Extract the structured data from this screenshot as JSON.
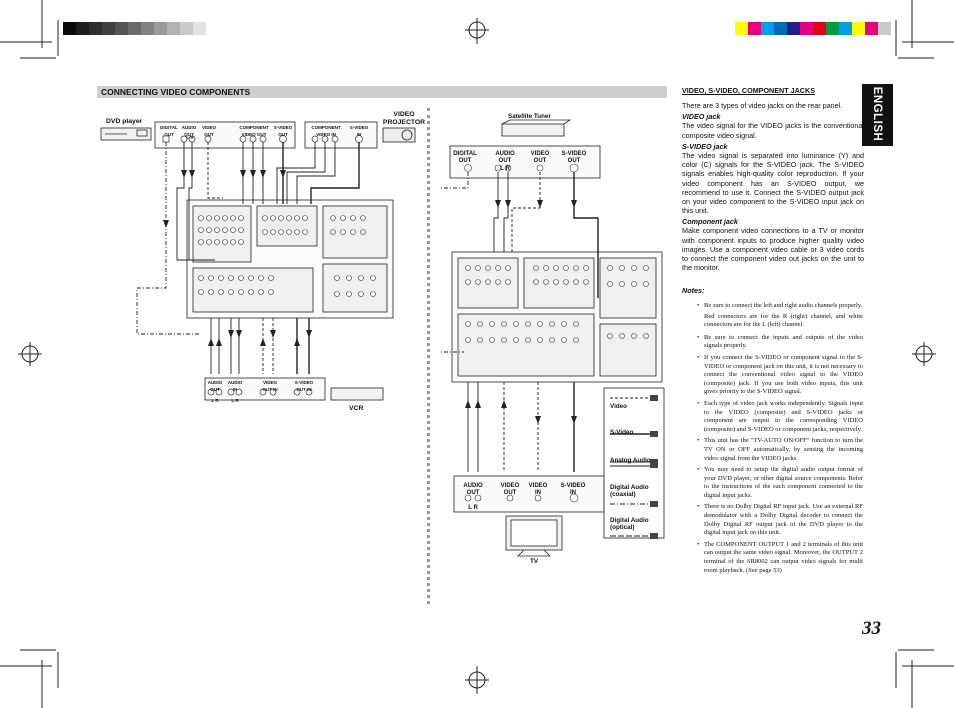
{
  "section_title": "CONNECTING VIDEO COMPONENTS",
  "language_tab": "ENGLISH",
  "page_number": "33",
  "color_bar": {
    "gray_steps": [
      "#0a0a0a",
      "#1c1c1c",
      "#2e2e2e",
      "#404040",
      "#545454",
      "#6a6a6a",
      "#828282",
      "#9a9a9a",
      "#b2b2b2",
      "#cacaca",
      "#e2e2e2"
    ],
    "colors": [
      "#ffff00",
      "#e6007e",
      "#00a0e9",
      "#0068b7",
      "#1d2088",
      "#e4007f",
      "#e60012",
      "#009944",
      "#00a0e9",
      "#ffff00",
      "#e6007e",
      "#c9c9c9"
    ]
  },
  "left_diagram": {
    "dvd_player": "DVD player",
    "video_projector": "VIDEO\nPROJECTOR",
    "vcr": "VCR",
    "dvd_jacks": [
      "DIGITAL\nOUT",
      "AUDIO\nOUT",
      "VIDEO\nOUT",
      "COMPONENT\nVIDEO OUT",
      "S-VIDEO\nOUT"
    ],
    "dvd_lr": "L  R",
    "projector_jacks": [
      "COMPONENT\nVIDEO IN",
      "S-VIDEO\nIN"
    ],
    "vcr_jacks": [
      "AUDIO\nOUT",
      "AUDIO\nIN",
      "VIDEO\nOUT  IN",
      "S-VIDEO\nOUT  IN"
    ],
    "vcr_lr": [
      "L  R",
      "L  R"
    ]
  },
  "right_diagram": {
    "satellite_tuner": "Satellite Tuner",
    "tuner_jacks": [
      "DIGITAL\nOUT",
      "AUDIO\nOUT",
      "VIDEO\nOUT",
      "S-VIDEO\nOUT"
    ],
    "tuner_lr": "L  R",
    "tv": "TV",
    "tv_jacks": [
      "AUDIO\nOUT",
      "VIDEO\nOUT",
      "VIDEO\nIN",
      "S-VIDEO\nIN"
    ],
    "tv_lr": "L  R"
  },
  "legend": {
    "video": "Video",
    "svideo": "S-Video",
    "analog": "Analog Audio",
    "coaxial": "Digital Audio\n(coaxial)",
    "optical": "Digital Audio\n(optical)"
  },
  "text": {
    "heading": "VIDEO, S-VIDEO, COMPONENT JACKS",
    "intro": "There are 3 types of video jacks on the rear panel.",
    "video_jack_title": "VIDEO jack",
    "video_jack_body": "The video signal for the VIDEO jacks is the conventional composite video signal.",
    "svideo_jack_title": "S-VIDEO jack",
    "svideo_jack_body": "The video signal is separated into luminance (Y) and color (C) signals for the S-VIDEO jack. The S-VIDEO signals enables high-quality color reproduction. If your video component has an S-VIDEO output, we recommend to use it. Connect the S-VIDEO output jack on your video component to the S-VIDEO input jack on this unit.",
    "component_jack_title": "Component jack",
    "component_jack_body": "Make component video connections to a TV or monitor with component inputs to produce higher quality video images. Use a component video cable or 3 video cords to connect the component video out jacks on the unit to the monitor.",
    "notes_title": "Notes:",
    "notes": [
      "Be sure to connect the left and right audio channels properly.",
      "Be sure to connect the inputs and outputs of the video signals properly.",
      "If you connect the S-VIDEO or component signal to the S-VIDEO or component jack on this unit, it is not necessary to connect the conventional video signal to the VIDEO (composite) jack. If you use both video inputs, this unit gives priority to the S-VIDEO signal.",
      "Each type of video jack works independently. Signals input to the VIDEO (composite) and S-VIDEO jacks or component are output to the corresponding VIDEO (composite) and S-VIDEO or component jacks, respectively.",
      "This unit has the \"TV-AUTO ON/OFF\" function to turn the TV ON or OFF automatically, by sensing the incoming video signal from the VIDEO jacks.",
      "You may need to setup the digital audio output format of your DVD player, or other digital source components. Refer to the instructions of the each component connected to the digital input jacks.",
      "There is no Dolby Digital RF input jack. Use an external RF demodulator with a Dolby Digital decoder to connect the Dolby Digital RF output jack of the DVD player to the digital input jack on this unit.",
      "The COMPONENT OUTPUT 1 and 2 terminals of this unit can output the same video signal. Moreover, the OUTPUT 2 terminal of the SR8002 can output video signals for multi room playback. (See page 53)"
    ],
    "note_extra": "Red connectors are for the R (right) channel, and white connectors are for the L (left) channel."
  }
}
